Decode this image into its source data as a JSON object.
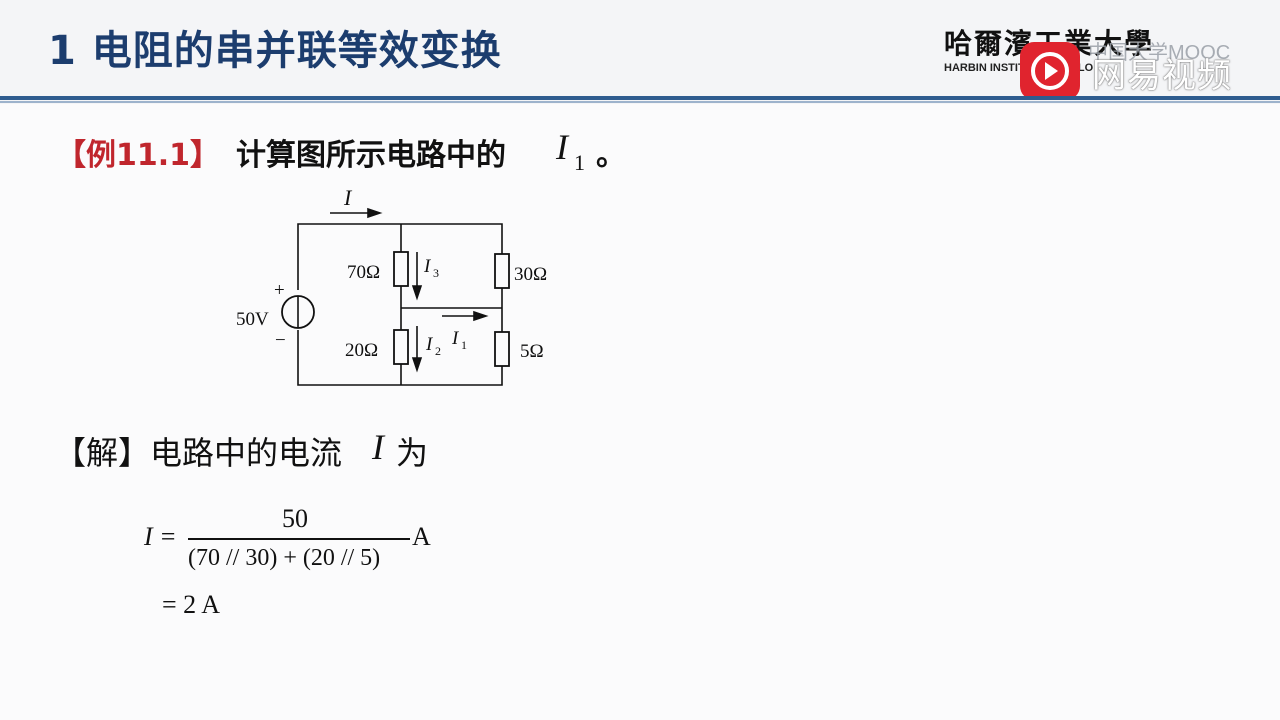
{
  "slide": {
    "title": "1 电阻的串并联等效变换",
    "logo_cn": "哈爾濱工業大學",
    "logo_en": "HARBIN INSTITU",
    "logo_en_tail": "OLO",
    "mooc": "中国大学MOOC",
    "watermark": "网易视频"
  },
  "example": {
    "tag": "【例11.1】",
    "text": "计算图所示电路中的",
    "var": "I",
    "var_sub": "1",
    "period": "。"
  },
  "circuit": {
    "source_label": "50V",
    "plus": "+",
    "minus": "−",
    "current_main": "I",
    "r_top_left": "70Ω",
    "r_top_right": "30Ω",
    "r_bottom_left": "20Ω",
    "r_bottom_right": "5Ω",
    "i3": "I",
    "i3_sub": "3",
    "i2": "I",
    "i2_sub": "2",
    "i1": "I",
    "i1_sub": "1"
  },
  "solution": {
    "lead": "【解】电路中的电流",
    "var": "I",
    "tail": "为",
    "eq_lhs": "I =",
    "numerator": "50",
    "denominator": "(70 // 30) + (20 // 5)",
    "unit": "A",
    "result": "= 2 A"
  }
}
